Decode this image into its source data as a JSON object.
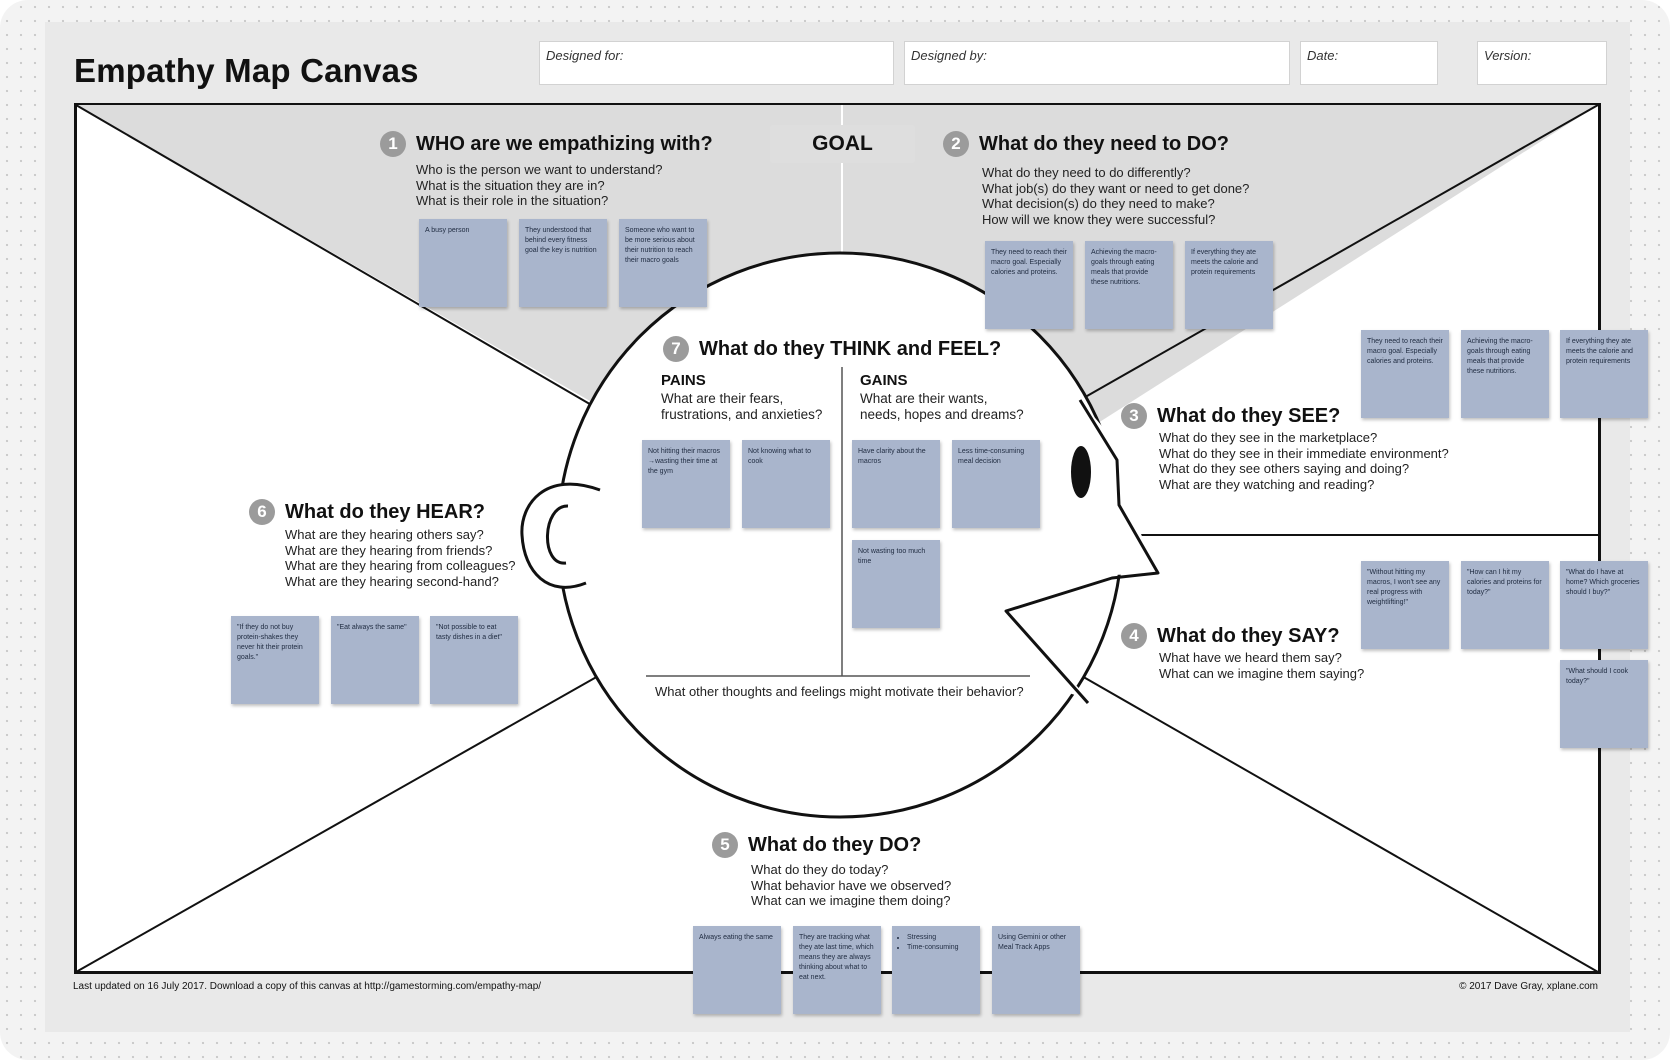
{
  "title": "Empathy Map Canvas",
  "fields": {
    "designed_for": "Designed for:",
    "designed_by": "Designed by:",
    "date": "Date:",
    "version": "Version:"
  },
  "goal": "GOAL",
  "sections": {
    "who": {
      "number": "1",
      "title": "WHO are we empathizing with?",
      "questions": [
        "Who is the person we want to understand?",
        "What is the situation they are in?",
        "What is their role in the situation?"
      ]
    },
    "do_need": {
      "number": "2",
      "title": "What do they need to DO?",
      "questions": [
        "What do they need to do differently?",
        "What job(s) do they want or need to get done?",
        "What decision(s) do they need to make?",
        "How will we know they were successful?"
      ]
    },
    "see": {
      "number": "3",
      "title": "What do they SEE?",
      "questions": [
        "What do they see in the marketplace?",
        "What do they see in their immediate environment?",
        "What do they see others saying and doing?",
        "What are they watching and reading?"
      ]
    },
    "say": {
      "number": "4",
      "title": "What do they SAY?",
      "questions": [
        "What have we heard them say?",
        "What can we imagine them saying?"
      ]
    },
    "do": {
      "number": "5",
      "title": "What do they DO?",
      "questions": [
        "What do they do today?",
        "What behavior have we observed?",
        "What can we imagine them doing?"
      ]
    },
    "hear": {
      "number": "6",
      "title": "What do they HEAR?",
      "questions": [
        "What are they hearing others say?",
        "What are they hearing from friends?",
        "What are they hearing from colleagues?",
        "What are they hearing second-hand?"
      ]
    },
    "think": {
      "number": "7",
      "title": "What do they THINK and FEEL?",
      "pains_title": "PAINS",
      "pains_questions": [
        "What are their fears,",
        "frustrations, and anxieties?"
      ],
      "gains_title": "GAINS",
      "gains_questions": [
        "What are their wants,",
        "needs, hopes and dreams?"
      ],
      "bottom_question": "What other thoughts and feelings might motivate their behavior?"
    }
  },
  "notes": {
    "who": [
      "A busy person",
      "They understood that behind every fitness goal the key is nutrition",
      "Someone who want to be more serious about their nutrition to reach their macro goals"
    ],
    "do_need": [
      "They need to reach their macro goal. Especially calories and proteins.",
      "Achieving the macro-goals through eating meals that provide these nutritions.",
      "If everything they ate meets the calorie and protein requirements"
    ],
    "see": [
      "They need to reach their macro goal. Especially calories and proteins.",
      "Achieving the macro-goals through eating meals that provide these nutritions.",
      "If everything they ate meets the calorie and protein requirements"
    ],
    "pains": [
      "Not hitting their macros →wasting their time at the gym",
      "Not knowing what to cook"
    ],
    "gains": [
      "Have clarity about the macros",
      "Less time-consuming meal decision",
      "Not wasting too much time"
    ],
    "hear": [
      "\"If they do not buy protein-shakes they never hit their protein goals.\"",
      "\"Eat always the same\"",
      "\"Not possible to eat tasty dishes in a diet\""
    ],
    "say": [
      "\"Without hitting my macros, I won't see any real progress with weightlifting!\"",
      "\"How can I hit my calories and proteins for today?\"",
      "\"What do I have at home? Which groceries should I buy?\"",
      "\"What should I cook today?\""
    ],
    "do": [
      "Always eating the same",
      "They are tracking what they ate last time, which means they are always thinking about what to eat next.",
      "Stressing",
      "Time-consuming",
      "Using Gemini or other Meal Track Apps"
    ]
  },
  "footer": {
    "left": "Last updated on 16 July 2017. Download a copy of this canvas at http://gamestorming.com/empathy-map/",
    "right": "© 2017 Dave Gray, xplane.com"
  },
  "colors": {
    "sticky_note": "#a9b5cc",
    "goal_area": "#dcdcdc",
    "number_badge": "#9b9b9b",
    "board": "#e9e9e9"
  }
}
